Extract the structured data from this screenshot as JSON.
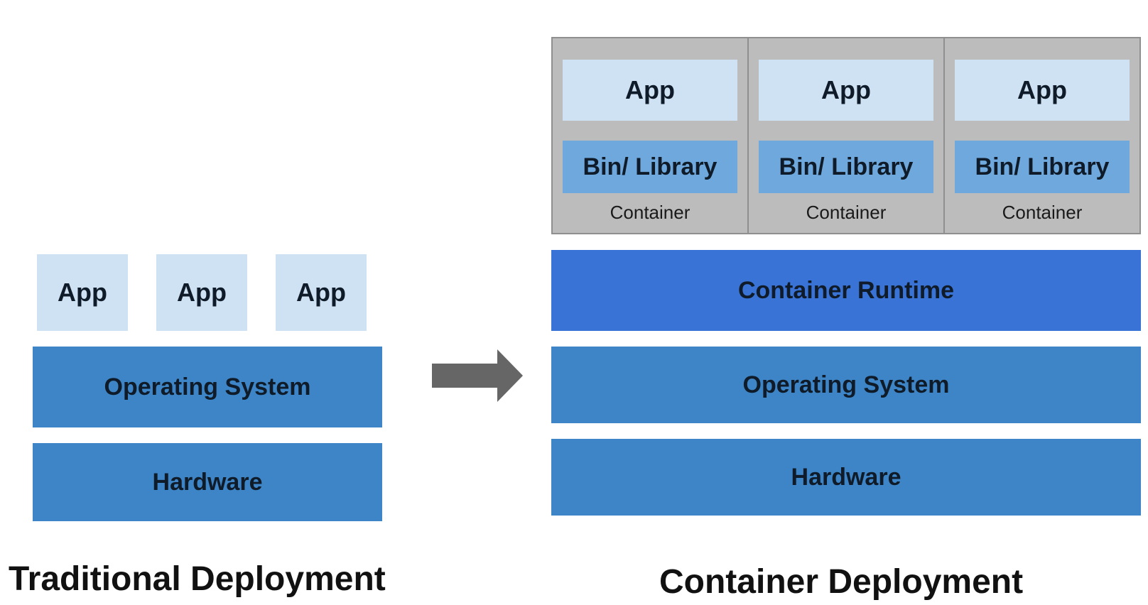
{
  "traditional": {
    "apps": [
      "App",
      "App",
      "App"
    ],
    "os": "Operating System",
    "hardware": "Hardware",
    "caption": "Traditional Deployment"
  },
  "container": {
    "cells": [
      {
        "app": "App",
        "lib": "Bin/ Library",
        "label": "Container"
      },
      {
        "app": "App",
        "lib": "Bin/ Library",
        "label": "Container"
      },
      {
        "app": "App",
        "lib": "Bin/ Library",
        "label": "Container"
      }
    ],
    "runtime": "Container Runtime",
    "os": "Operating System",
    "hardware": "Hardware",
    "caption": "Container Deployment"
  },
  "colors": {
    "app_light": "#cfe2f3",
    "layer_blue": "#3d85c6",
    "runtime_blue": "#3a73d6",
    "binlib_blue": "#6fa8dc",
    "container_gray": "#bcbcbc",
    "arrow_gray": "#666666"
  }
}
